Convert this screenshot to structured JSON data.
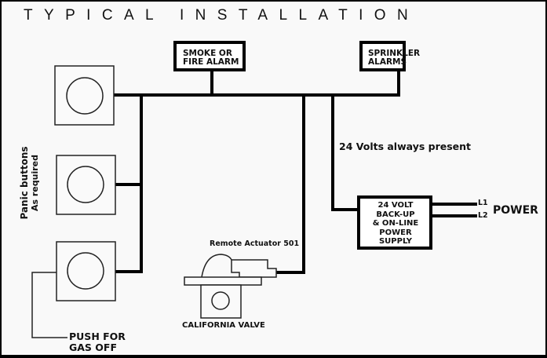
{
  "title": "TYPICAL INSTALLATION",
  "colors": {
    "line": "#000000",
    "background": "#f9f9f9",
    "text": "#111111"
  },
  "components": {
    "smoke_alarm": {
      "line1": "SMOKE OR",
      "line2": "FIRE ALARM"
    },
    "sprinkler_alarms": {
      "line1": "SPRINKLER",
      "line2": "ALARMS"
    },
    "panic_buttons": {
      "line1": "Panic buttons",
      "line2": "As required",
      "count": 3
    },
    "push_for_gas_off": {
      "line1": "PUSH FOR",
      "line2": "GAS OFF"
    },
    "remote_actuator": {
      "label": "Remote Actuator 501"
    },
    "california_valve": {
      "label": "CALIFORNIA VALVE"
    },
    "power_supply": {
      "lines": [
        "24 VOLT",
        "BACK-UP",
        "& ON-LINE",
        "POWER",
        "SUPPLY"
      ]
    },
    "voltage_note": "24 Volts always present",
    "power_lines": {
      "l1": "L1",
      "l2": "L2",
      "label": "POWER"
    }
  }
}
